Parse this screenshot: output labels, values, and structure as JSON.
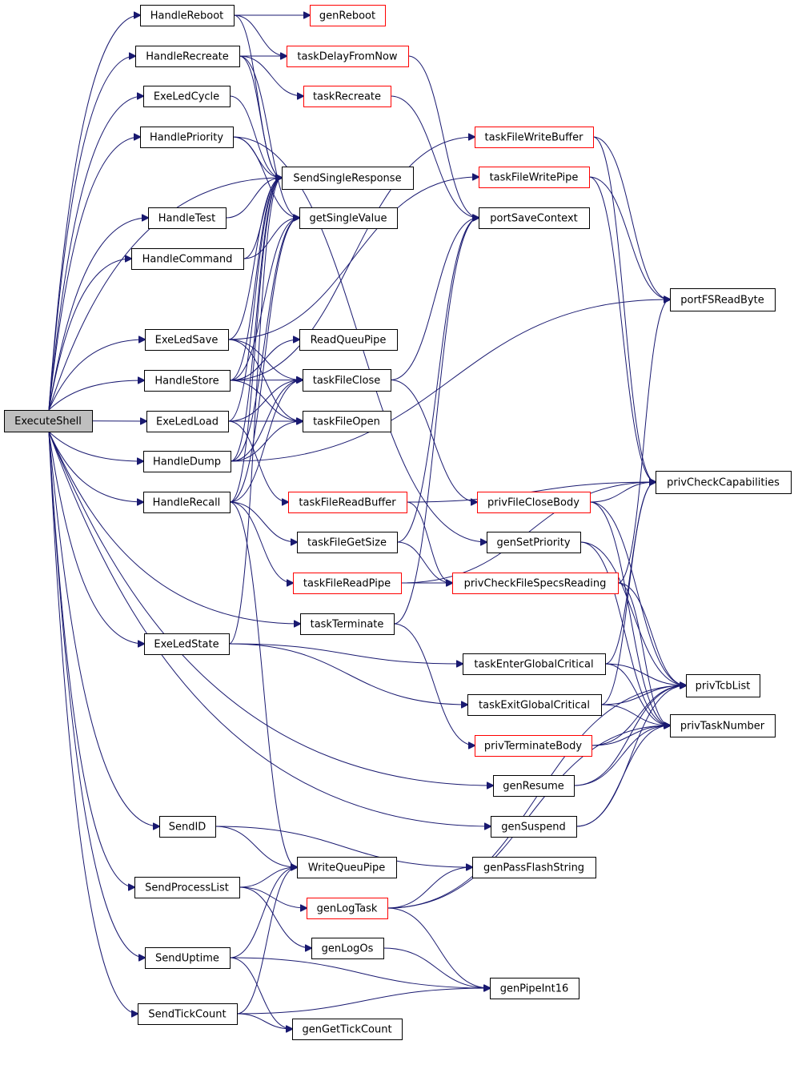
{
  "diagram": {
    "type": "call-graph",
    "colors": {
      "edge": "#191970",
      "node_border": "#000000",
      "node_border_incomplete": "#ff0000",
      "root_fill": "#bfbfbf",
      "background": "#ffffff"
    },
    "nodes": {
      "ExecuteShell": {
        "label": "ExecuteShell",
        "root": true,
        "incomplete": false
      },
      "HandleReboot": {
        "label": "HandleReboot",
        "incomplete": false
      },
      "HandleRecreate": {
        "label": "HandleRecreate",
        "incomplete": false
      },
      "ExeLedCycle": {
        "label": "ExeLedCycle",
        "incomplete": false
      },
      "HandlePriority": {
        "label": "HandlePriority",
        "incomplete": false
      },
      "HandleTest": {
        "label": "HandleTest",
        "incomplete": false
      },
      "HandleCommand": {
        "label": "HandleCommand",
        "incomplete": false
      },
      "ExeLedSave": {
        "label": "ExeLedSave",
        "incomplete": false
      },
      "HandleStore": {
        "label": "HandleStore",
        "incomplete": false
      },
      "ExeLedLoad": {
        "label": "ExeLedLoad",
        "incomplete": false
      },
      "HandleDump": {
        "label": "HandleDump",
        "incomplete": false
      },
      "HandleRecall": {
        "label": "HandleRecall",
        "incomplete": false
      },
      "ExeLedState": {
        "label": "ExeLedState",
        "incomplete": false
      },
      "SendID": {
        "label": "SendID",
        "incomplete": false
      },
      "SendProcessList": {
        "label": "SendProcessList",
        "incomplete": false
      },
      "SendUptime": {
        "label": "SendUptime",
        "incomplete": false
      },
      "SendTickCount": {
        "label": "SendTickCount",
        "incomplete": false
      },
      "genReboot": {
        "label": "genReboot",
        "incomplete": true
      },
      "taskDelayFromNow": {
        "label": "taskDelayFromNow",
        "incomplete": true
      },
      "taskRecreate": {
        "label": "taskRecreate",
        "incomplete": true
      },
      "SendSingleResponse": {
        "label": "SendSingleResponse",
        "incomplete": false
      },
      "getSingleValue": {
        "label": "getSingleValue",
        "incomplete": false
      },
      "ReadQueuPipe": {
        "label": "ReadQueuPipe",
        "incomplete": false
      },
      "taskFileClose": {
        "label": "taskFileClose",
        "incomplete": false
      },
      "taskFileOpen": {
        "label": "taskFileOpen",
        "incomplete": false
      },
      "taskFileReadBuffer": {
        "label": "taskFileReadBuffer",
        "incomplete": true
      },
      "taskFileGetSize": {
        "label": "taskFileGetSize",
        "incomplete": false
      },
      "taskFileReadPipe": {
        "label": "taskFileReadPipe",
        "incomplete": true
      },
      "taskTerminate": {
        "label": "taskTerminate",
        "incomplete": false
      },
      "WriteQueuPipe": {
        "label": "WriteQueuPipe",
        "incomplete": false
      },
      "genLogTask": {
        "label": "genLogTask",
        "incomplete": true
      },
      "genLogOs": {
        "label": "genLogOs",
        "incomplete": false
      },
      "genGetTickCount": {
        "label": "genGetTickCount",
        "incomplete": false
      },
      "taskFileWriteBuffer": {
        "label": "taskFileWriteBuffer",
        "incomplete": true
      },
      "taskFileWritePipe": {
        "label": "taskFileWritePipe",
        "incomplete": true
      },
      "portSaveContext": {
        "label": "portSaveContext",
        "incomplete": false
      },
      "privFileCloseBody": {
        "label": "privFileCloseBody",
        "incomplete": true
      },
      "genSetPriority": {
        "label": "genSetPriority",
        "incomplete": false
      },
      "privCheckFileSpecsReading": {
        "label": "privCheckFileSpecsReading",
        "incomplete": true
      },
      "taskEnterGlobalCritical": {
        "label": "taskEnterGlobalCritical",
        "incomplete": false
      },
      "taskExitGlobalCritical": {
        "label": "taskExitGlobalCritical",
        "incomplete": false
      },
      "privTerminateBody": {
        "label": "privTerminateBody",
        "incomplete": true
      },
      "genResume": {
        "label": "genResume",
        "incomplete": false
      },
      "genSuspend": {
        "label": "genSuspend",
        "incomplete": false
      },
      "genPassFlashString": {
        "label": "genPassFlashString",
        "incomplete": false
      },
      "genPipeInt16": {
        "label": "genPipeInt16",
        "incomplete": false
      },
      "portFSReadByte": {
        "label": "portFSReadByte",
        "incomplete": false
      },
      "privCheckCapabilities": {
        "label": "privCheckCapabilities",
        "incomplete": false
      },
      "privTcbList": {
        "label": "privTcbList",
        "incomplete": false
      },
      "privTaskNumber": {
        "label": "privTaskNumber",
        "incomplete": false
      }
    },
    "edges": [
      [
        "ExecuteShell",
        "HandleReboot"
      ],
      [
        "ExecuteShell",
        "HandleRecreate"
      ],
      [
        "ExecuteShell",
        "ExeLedCycle"
      ],
      [
        "ExecuteShell",
        "HandlePriority"
      ],
      [
        "ExecuteShell",
        "HandleTest"
      ],
      [
        "ExecuteShell",
        "HandleCommand"
      ],
      [
        "ExecuteShell",
        "ExeLedSave"
      ],
      [
        "ExecuteShell",
        "HandleStore"
      ],
      [
        "ExecuteShell",
        "ExeLedLoad"
      ],
      [
        "ExecuteShell",
        "HandleDump"
      ],
      [
        "ExecuteShell",
        "HandleRecall"
      ],
      [
        "ExecuteShell",
        "ExeLedState"
      ],
      [
        "ExecuteShell",
        "SendID"
      ],
      [
        "ExecuteShell",
        "SendProcessList"
      ],
      [
        "ExecuteShell",
        "SendUptime"
      ],
      [
        "ExecuteShell",
        "SendTickCount"
      ],
      [
        "ExecuteShell",
        "SendSingleResponse"
      ],
      [
        "ExecuteShell",
        "taskTerminate"
      ],
      [
        "ExecuteShell",
        "genResume"
      ],
      [
        "ExecuteShell",
        "genSuspend"
      ],
      [
        "HandleReboot",
        "genReboot"
      ],
      [
        "HandleReboot",
        "taskDelayFromNow"
      ],
      [
        "HandleReboot",
        "SendSingleResponse"
      ],
      [
        "HandleRecreate",
        "taskDelayFromNow"
      ],
      [
        "HandleRecreate",
        "taskRecreate"
      ],
      [
        "HandleRecreate",
        "SendSingleResponse"
      ],
      [
        "HandleRecreate",
        "getSingleValue"
      ],
      [
        "ExeLedCycle",
        "SendSingleResponse"
      ],
      [
        "HandlePriority",
        "SendSingleResponse"
      ],
      [
        "HandlePriority",
        "getSingleValue"
      ],
      [
        "HandlePriority",
        "genSetPriority"
      ],
      [
        "HandleTest",
        "SendSingleResponse"
      ],
      [
        "HandleCommand",
        "SendSingleResponse"
      ],
      [
        "HandleCommand",
        "getSingleValue"
      ],
      [
        "ExeLedSave",
        "SendSingleResponse"
      ],
      [
        "ExeLedSave",
        "taskFileClose"
      ],
      [
        "ExeLedSave",
        "taskFileOpen"
      ],
      [
        "ExeLedSave",
        "taskFileWritePipe"
      ],
      [
        "HandleStore",
        "SendSingleResponse"
      ],
      [
        "HandleStore",
        "getSingleValue"
      ],
      [
        "HandleStore",
        "ReadQueuPipe"
      ],
      [
        "HandleStore",
        "taskFileClose"
      ],
      [
        "HandleStore",
        "taskFileOpen"
      ],
      [
        "HandleStore",
        "taskFileWriteBuffer"
      ],
      [
        "ExeLedLoad",
        "SendSingleResponse"
      ],
      [
        "ExeLedLoad",
        "taskFileClose"
      ],
      [
        "ExeLedLoad",
        "taskFileOpen"
      ],
      [
        "ExeLedLoad",
        "taskFileReadBuffer"
      ],
      [
        "HandleDump",
        "SendSingleResponse"
      ],
      [
        "HandleDump",
        "getSingleValue"
      ],
      [
        "HandleDump",
        "taskFileClose"
      ],
      [
        "HandleDump",
        "taskFileOpen"
      ],
      [
        "HandleDump",
        "portFSReadByte"
      ],
      [
        "HandleRecall",
        "SendSingleResponse"
      ],
      [
        "HandleRecall",
        "getSingleValue"
      ],
      [
        "HandleRecall",
        "taskFileClose"
      ],
      [
        "HandleRecall",
        "taskFileGetSize"
      ],
      [
        "HandleRecall",
        "taskFileReadPipe"
      ],
      [
        "HandleRecall",
        "WriteQueuPipe"
      ],
      [
        "ExeLedState",
        "SendSingleResponse"
      ],
      [
        "ExeLedState",
        "taskEnterGlobalCritical"
      ],
      [
        "ExeLedState",
        "taskExitGlobalCritical"
      ],
      [
        "taskRecreate",
        "portSaveContext"
      ],
      [
        "taskDelayFromNow",
        "portSaveContext"
      ],
      [
        "taskFileWriteBuffer",
        "portFSReadByte"
      ],
      [
        "taskFileWriteBuffer",
        "privCheckCapabilities"
      ],
      [
        "taskFileWritePipe",
        "portFSReadByte"
      ],
      [
        "taskFileWritePipe",
        "privCheckCapabilities"
      ],
      [
        "taskFileClose",
        "portSaveContext"
      ],
      [
        "taskFileClose",
        "privFileCloseBody"
      ],
      [
        "taskFileReadBuffer",
        "privCheckFileSpecsReading"
      ],
      [
        "taskFileReadBuffer",
        "privCheckCapabilities"
      ],
      [
        "taskFileGetSize",
        "privCheckFileSpecsReading"
      ],
      [
        "taskFileGetSize",
        "portSaveContext"
      ],
      [
        "taskFileReadPipe",
        "privCheckFileSpecsReading"
      ],
      [
        "taskFileReadPipe",
        "privCheckCapabilities"
      ],
      [
        "taskTerminate",
        "portSaveContext"
      ],
      [
        "taskTerminate",
        "privTerminateBody"
      ],
      [
        "privFileCloseBody",
        "privCheckCapabilities"
      ],
      [
        "privFileCloseBody",
        "privTcbList"
      ],
      [
        "privFileCloseBody",
        "privTaskNumber"
      ],
      [
        "genSetPriority",
        "privTcbList"
      ],
      [
        "genSetPriority",
        "privTaskNumber"
      ],
      [
        "privCheckFileSpecsReading",
        "portFSReadByte"
      ],
      [
        "privCheckFileSpecsReading",
        "privTcbList"
      ],
      [
        "privCheckFileSpecsReading",
        "privTaskNumber"
      ],
      [
        "taskEnterGlobalCritical",
        "privCheckCapabilities"
      ],
      [
        "taskEnterGlobalCritical",
        "privTcbList"
      ],
      [
        "taskEnterGlobalCritical",
        "privTaskNumber"
      ],
      [
        "taskExitGlobalCritical",
        "privCheckCapabilities"
      ],
      [
        "taskExitGlobalCritical",
        "privTcbList"
      ],
      [
        "taskExitGlobalCritical",
        "privTaskNumber"
      ],
      [
        "privTerminateBody",
        "privTcbList"
      ],
      [
        "privTerminateBody",
        "privTaskNumber"
      ],
      [
        "genResume",
        "privTcbList"
      ],
      [
        "genResume",
        "privTaskNumber"
      ],
      [
        "genSuspend",
        "privTcbList"
      ],
      [
        "genSuspend",
        "privTaskNumber"
      ],
      [
        "SendID",
        "WriteQueuPipe"
      ],
      [
        "SendID",
        "genPassFlashString"
      ],
      [
        "SendProcessList",
        "WriteQueuPipe"
      ],
      [
        "SendProcessList",
        "genLogTask"
      ],
      [
        "SendProcessList",
        "genLogOs"
      ],
      [
        "genLogTask",
        "genPassFlashString"
      ],
      [
        "genLogTask",
        "genPipeInt16"
      ],
      [
        "genLogTask",
        "privTcbList"
      ],
      [
        "genLogTask",
        "privTaskNumber"
      ],
      [
        "genLogOs",
        "genPipeInt16"
      ],
      [
        "SendUptime",
        "WriteQueuPipe"
      ],
      [
        "SendUptime",
        "genGetTickCount"
      ],
      [
        "SendUptime",
        "genPipeInt16"
      ],
      [
        "SendTickCount",
        "WriteQueuPipe"
      ],
      [
        "SendTickCount",
        "genGetTickCount"
      ],
      [
        "SendTickCount",
        "genPipeInt16"
      ]
    ]
  }
}
